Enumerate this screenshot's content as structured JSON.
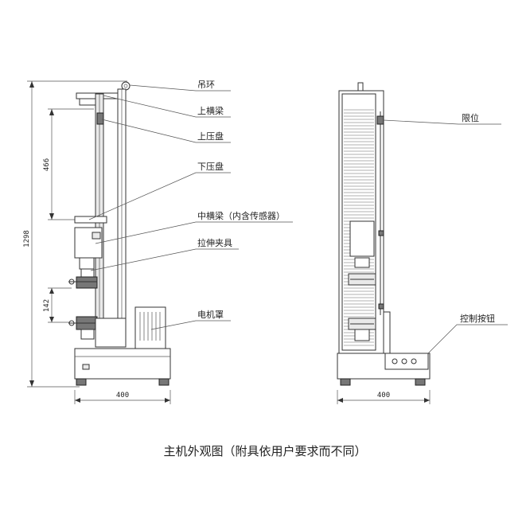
{
  "front_view": {
    "labels": {
      "lifting_ring": "吊环",
      "upper_crossbeam": "上横梁",
      "upper_platen": "上压盘",
      "lower_platen": "下压盘",
      "middle_crossbeam": "中横梁（内含传感器）",
      "tensile_fixture": "拉伸夹具",
      "motor_cover": "电机罩"
    },
    "dimensions": {
      "total_height": "1298",
      "stroke_height": "466",
      "fixture_gap": "142",
      "base_width": "400"
    }
  },
  "side_view": {
    "labels": {
      "limit": "限位",
      "control_buttons": "控制按钮"
    },
    "dimensions": {
      "base_width": "400"
    }
  },
  "caption": "主机外观图（附具依用户要求而不同）"
}
